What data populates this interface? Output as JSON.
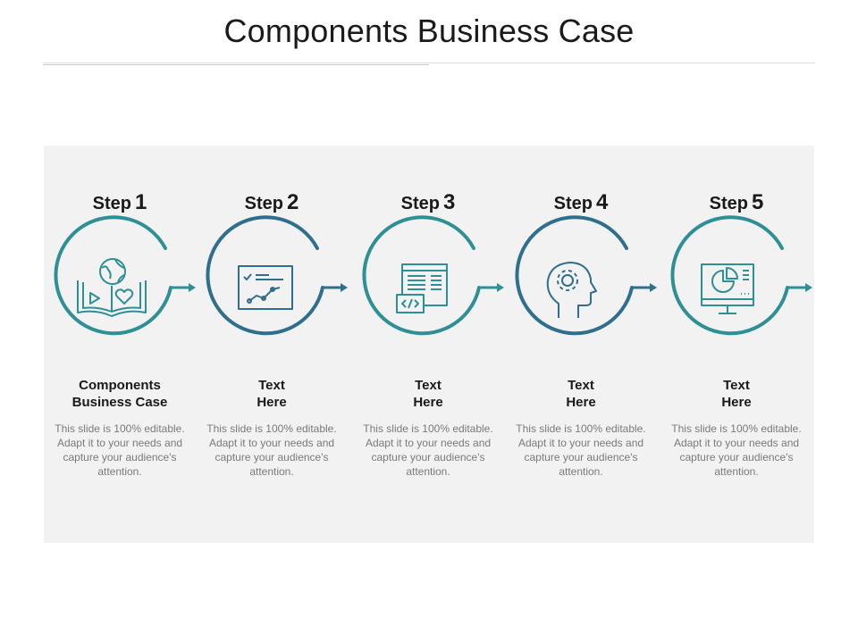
{
  "slide": {
    "title": "Components Business Case"
  },
  "colors": {
    "panel": "#f2f2f2",
    "accent_teal": "#2e8f95",
    "accent_blue": "#2f6e8c",
    "text_dark": "#1a1a1a",
    "text_gray": "#7a7a7a"
  },
  "steps": [
    {
      "word": "Step",
      "number": "1",
      "title": "Components\nBusiness Case",
      "description": "This slide is 100% editable. Adapt it to your needs and capture your audience's attention.",
      "icon": "book-globe-icon",
      "ring_color": "#2e8f95"
    },
    {
      "word": "Step",
      "number": "2",
      "title": "Text\nHere",
      "description": "This slide is 100% editable. Adapt it to your needs and capture your audience's attention.",
      "icon": "presentation-chart-icon",
      "ring_color": "#2f6e8c"
    },
    {
      "word": "Step",
      "number": "3",
      "title": "Text\nHere",
      "description": "This slide is 100% editable. Adapt it to your needs and capture your audience's attention.",
      "icon": "code-document-icon",
      "ring_color": "#2e8f95"
    },
    {
      "word": "Step",
      "number": "4",
      "title": "Text\nHere",
      "description": "This slide is 100% editable. Adapt it to your needs and capture your audience's attention.",
      "icon": "head-gear-icon",
      "ring_color": "#2f6e8c"
    },
    {
      "word": "Step",
      "number": "5",
      "title": "Text\nHere",
      "description": "This slide is 100% editable. Adapt it to your needs and capture your audience's attention.",
      "icon": "monitor-pie-chart-icon",
      "ring_color": "#2e8f95"
    }
  ]
}
